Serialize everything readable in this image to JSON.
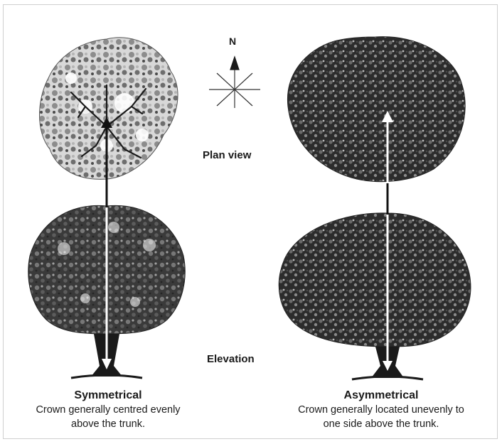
{
  "compass": {
    "north_label": "N"
  },
  "labels": {
    "plan_view": "Plan view",
    "elevation": "Elevation"
  },
  "trees": [
    {
      "title": "Symmetrical",
      "description_line1": "Crown generally centred evenly",
      "description_line2": "above the trunk."
    },
    {
      "title": "Asymmetrical",
      "description_line1": "Crown generally located unevenly to",
      "description_line2": "one side above the trunk."
    }
  ],
  "colors": {
    "ink": "#1a1a1a",
    "foliage_dark": "#2a2a2a",
    "foliage_mid": "#5a5a5a",
    "foliage_light": "#9a9a9a",
    "arrow_white": "#ffffff"
  }
}
